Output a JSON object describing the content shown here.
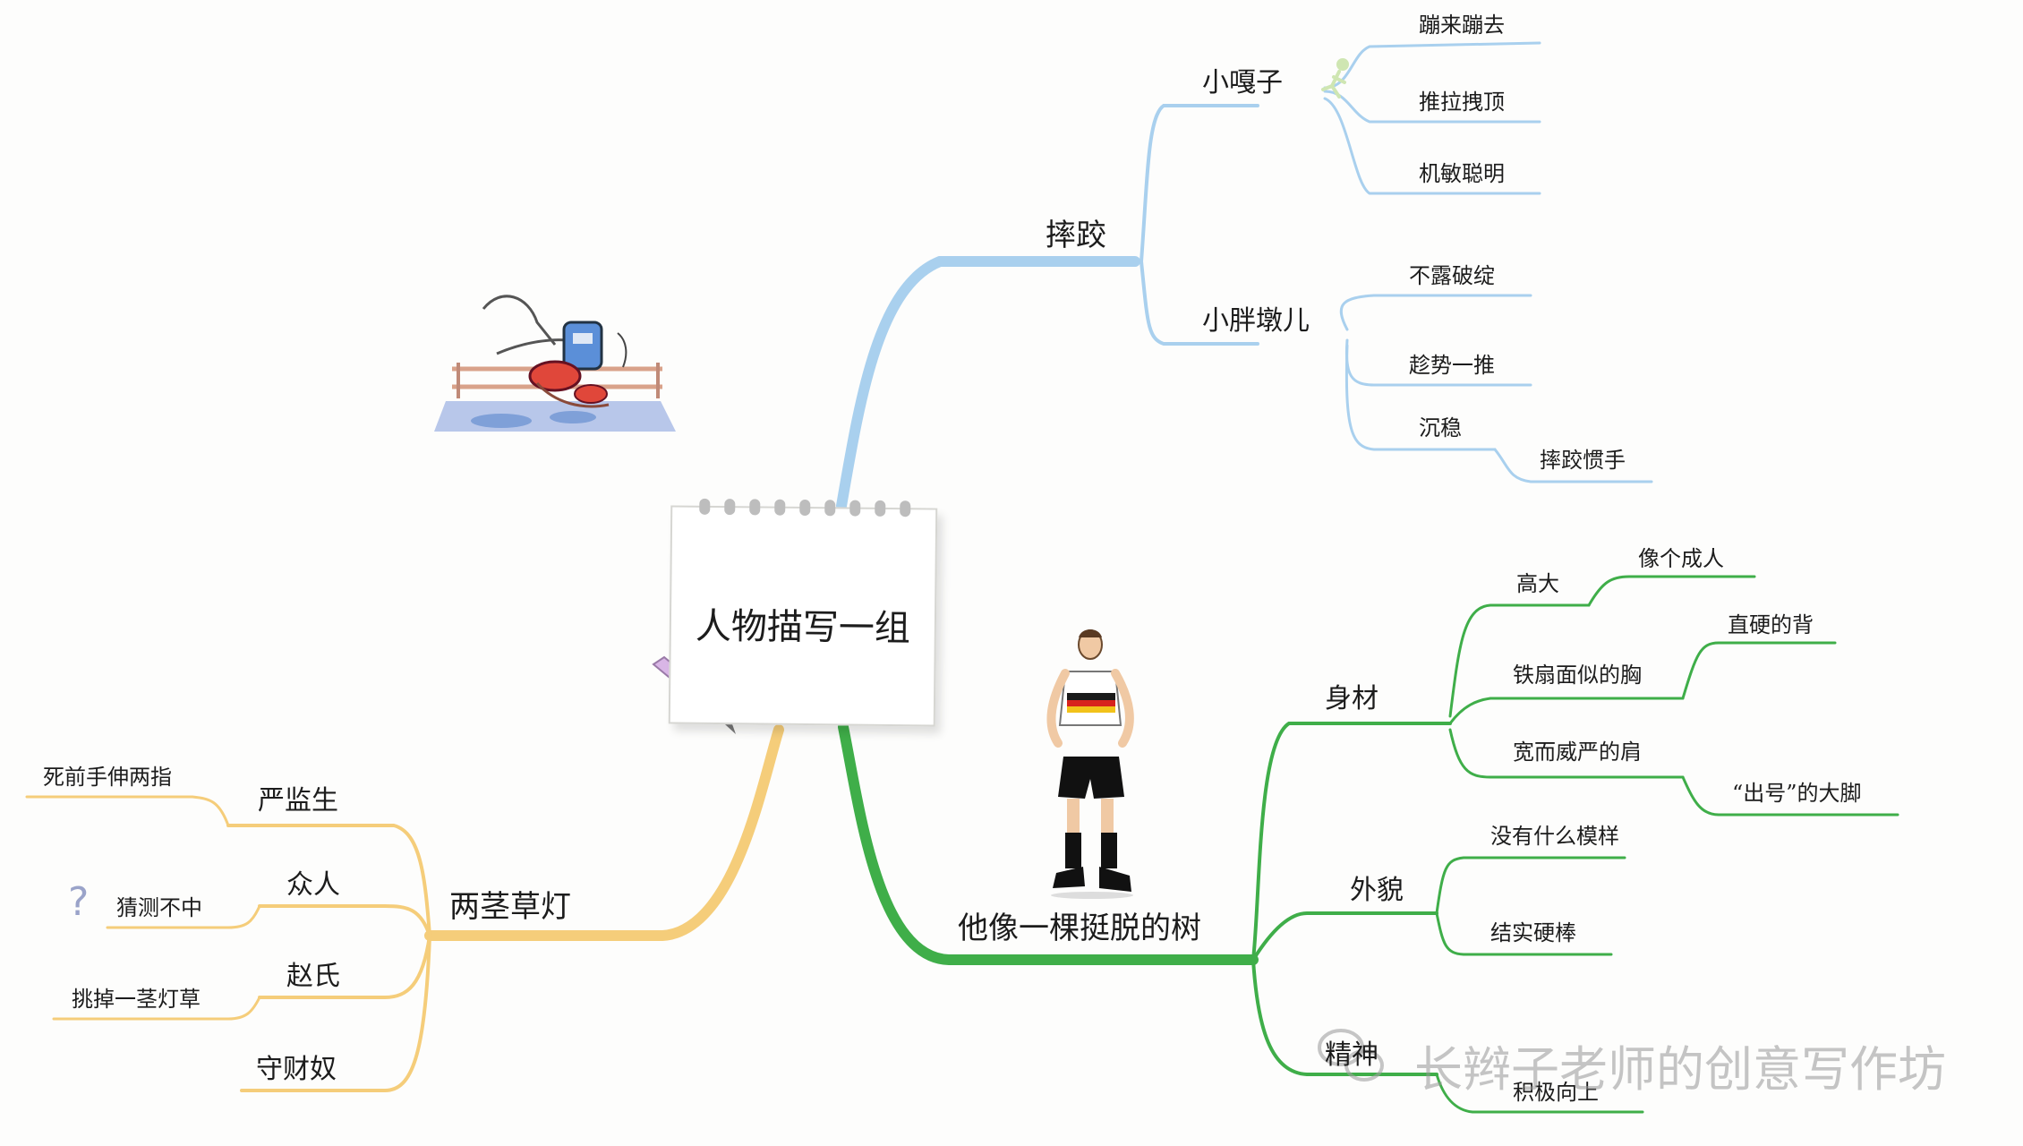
{
  "center": {
    "title": "人物描写一组"
  },
  "branches": {
    "wrestling": {
      "label": "摔跤",
      "color": "#a9d0ee",
      "xiaogazi": {
        "label": "小嘎子",
        "items": [
          "蹦来蹦去",
          "推拉拽顶",
          "机敏聪明"
        ]
      },
      "xiaopang": {
        "label": "小胖墩儿",
        "items": [
          "不露破绽",
          "趁势一推",
          "沉稳"
        ],
        "sub": "摔跤惯手"
      }
    },
    "tree": {
      "label": "他像一棵挺脱的树",
      "color": "#3fae49",
      "build": {
        "label": "身材",
        "items": [
          {
            "label": "高大",
            "sub": "像个成人"
          },
          {
            "label": "铁扇面似的胸",
            "sub": "直硬的背"
          },
          {
            "label": "宽而威严的肩",
            "sub": "“出号”的大脚"
          }
        ]
      },
      "looks": {
        "label": "外貌",
        "items": [
          "没有什么模样",
          "结实硬棒"
        ]
      },
      "spirit": {
        "label": "精神",
        "items": [
          "积极向上"
        ]
      }
    },
    "lamp": {
      "label": "两茎草灯",
      "color": "#f5cd7a",
      "yan": {
        "label": "严监生",
        "sub": "死前手伸两指"
      },
      "crowd": {
        "label": "众人",
        "sub": "猜测不中"
      },
      "zhao": {
        "label": "赵氏",
        "sub": "挑掉一茎灯草"
      },
      "miser": {
        "label": "守财奴"
      }
    }
  },
  "watermark": {
    "text": "长辫子老师的创意写作坊"
  },
  "icons": [
    "wrestling-illustration",
    "runner-icon",
    "football-player-illustration",
    "question-mark-icon",
    "pencil-icon",
    "wechat-icon"
  ]
}
